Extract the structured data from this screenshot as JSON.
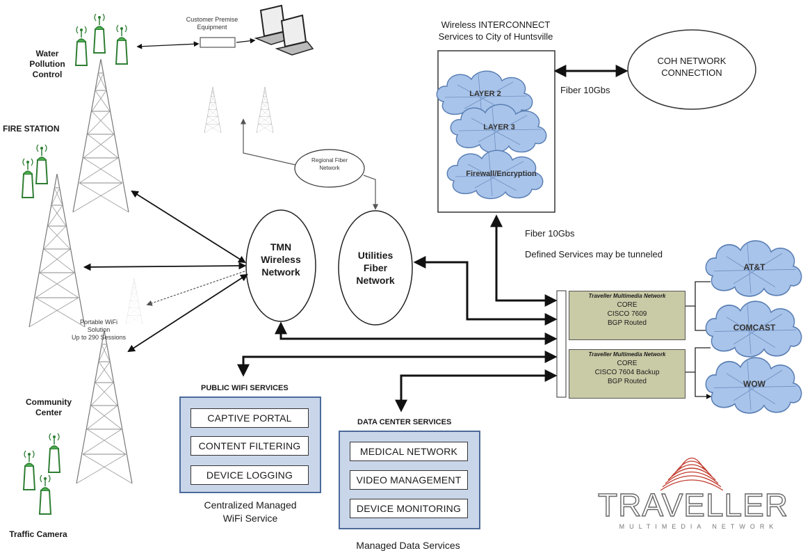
{
  "sites": {
    "water": "Water\nPollution\nControl",
    "fire": "FIRE STATION",
    "community": "Community\nCenter",
    "traffic": "Traffic Camera"
  },
  "cpe_label": "Customer Premise\nEquipment",
  "regional_fiber": "Regional Fiber\nNetwork",
  "portable_wifi": "Portable WiFi\nSolution\nUp to 290 Sessions",
  "tmn_wireless": "TMN\nWireless\nNetwork",
  "utilities_fiber": "Utilities\nFiber\nNetwork",
  "interconnect": {
    "title": "Wireless INTERCONNECT\nServices to City of Huntsville",
    "layer2": "LAYER 2",
    "layer3": "LAYER 3",
    "firewall": "Firewall/Encryption"
  },
  "coh": "COH NETWORK\nCONNECTION",
  "fiber_top": "Fiber 10Gbs",
  "fiber_mid": "Fiber 10Gbs",
  "tunneled": "Defined Services may be tunneled",
  "core1": {
    "header": "Traveller Multimedia Network",
    "l1": "CORE",
    "l2": "CISCO 7609",
    "l3": "BGP Routed"
  },
  "core2": {
    "header": "Traveller Multimedia Network",
    "l1": "CORE",
    "l2": "CISCO 7604 Backup",
    "l3": "BGP Routed"
  },
  "carriers": [
    "AT&T",
    "COMCAST",
    "WOW"
  ],
  "public_wifi": {
    "title": "PUBLIC WIFI SERVICES",
    "items": [
      "CAPTIVE PORTAL",
      "CONTENT FILTERING",
      "DEVICE LOGGING"
    ],
    "caption": "Centralized Managed\nWiFi Service"
  },
  "data_center": {
    "title": "DATA CENTER SERVICES",
    "items": [
      "MEDICAL NETWORK",
      "VIDEO MANAGEMENT",
      "DEVICE MONITORING"
    ],
    "caption": "Managed Data Services"
  },
  "logo": {
    "name": "TRAVELLER",
    "sub": "MULTIMEDIA NETWORK"
  },
  "colors": {
    "cloud": "#a9c4ea",
    "core": "#c9caa6",
    "service_bg": "#c9d6ea",
    "logo_red": "#c0392b",
    "antenna": "#4caf50"
  }
}
